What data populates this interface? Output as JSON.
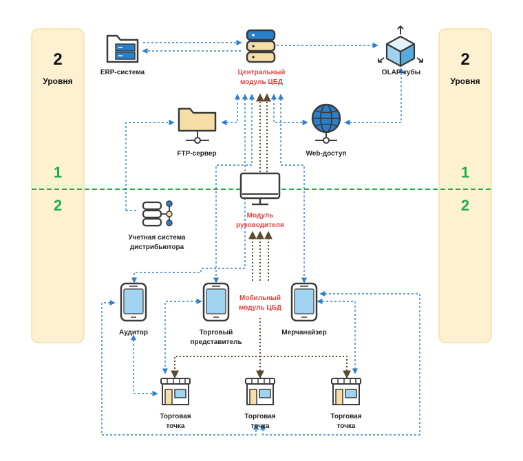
{
  "side_panels": {
    "left": {
      "number": "2",
      "label": "Уровня",
      "upper_level": "1",
      "lower_level": "2"
    },
    "right": {
      "number": "2",
      "label": "Уровня",
      "upper_level": "1",
      "lower_level": "2"
    }
  },
  "nodes": {
    "erp": {
      "label": "ERP-система"
    },
    "central": {
      "label_line1": "Центральный",
      "label_line2": "модуль ЦБД"
    },
    "olap": {
      "label": "OLAP-кубы"
    },
    "ftp": {
      "label": "FTP-сервер"
    },
    "web": {
      "label": "Web-доступ"
    },
    "manager": {
      "label_line1": "Модуль",
      "label_line2": "руководителя"
    },
    "distributor": {
      "label_line1": "Учетная система",
      "label_line2": "дистрибьютора"
    },
    "mobile": {
      "label_line1": "Мобильный",
      "label_line2": "модуль ЦБД"
    },
    "auditor": {
      "label": "Аудитор"
    },
    "sales_rep": {
      "label_line1": "Торговый",
      "label_line2": "представитель"
    },
    "merch": {
      "label": "Мерчанайзер"
    },
    "store1": {
      "label_line1": "Торговая",
      "label_line2": "точка"
    },
    "store2": {
      "label_line1": "Торговая",
      "label_line2": "точка"
    },
    "store3": {
      "label_line1": "Торговая",
      "label_line2": "точка"
    }
  },
  "colors": {
    "panel_fill": "#fdf1d2",
    "panel_stroke": "#f5dfa7",
    "blue_link": "#2a7fc9",
    "brown_link": "#5c4a2e",
    "level_divider": "#1db04a",
    "label_red": "#e8413c",
    "phone_screen": "#9fd3f0"
  }
}
